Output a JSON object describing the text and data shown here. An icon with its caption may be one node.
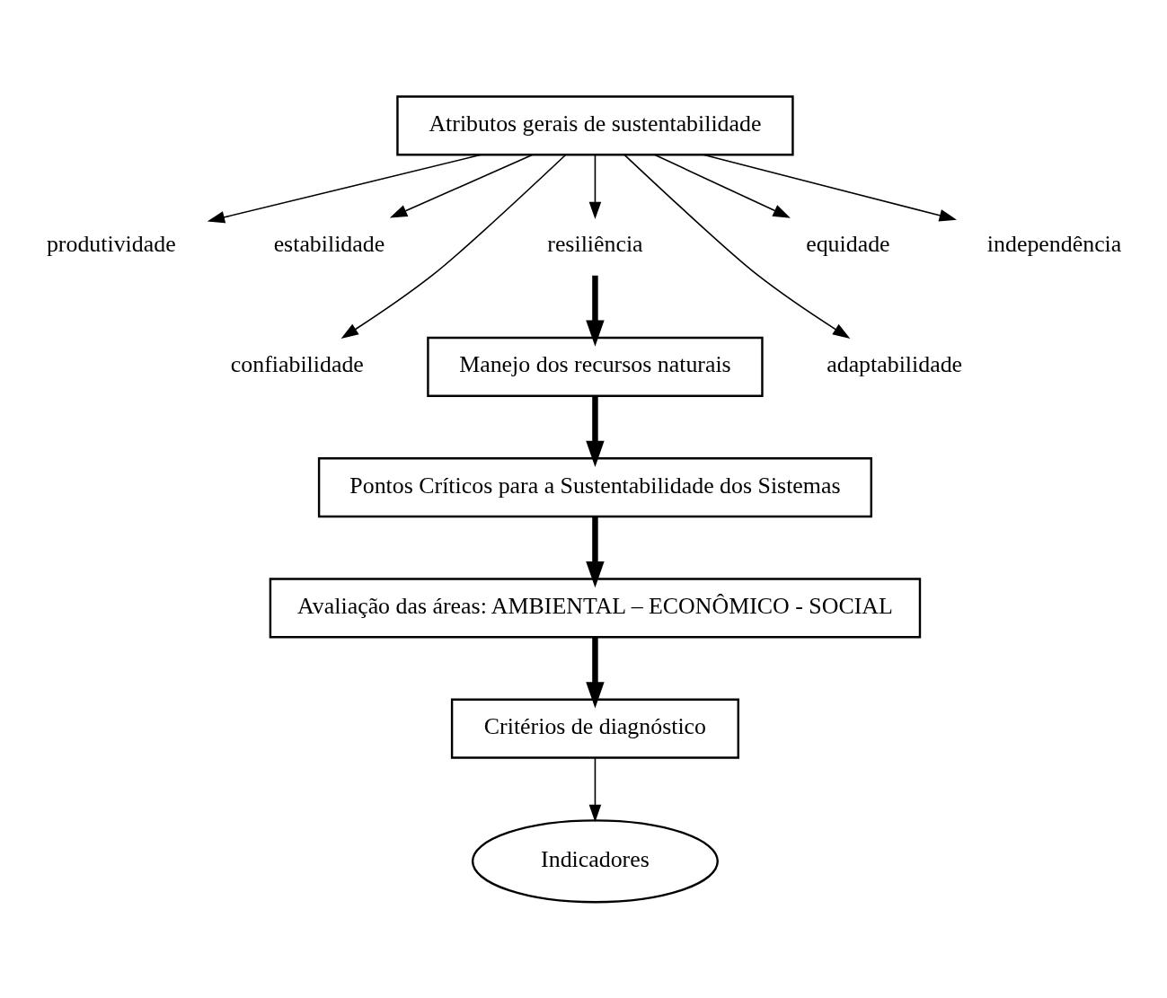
{
  "diagram": {
    "nodes": [
      {
        "text": [
          "Atributos gerais de sustentabilidade"
        ]
      },
      {
        "text": [
          "produtividade"
        ]
      },
      {
        "text": [
          "estabilidade"
        ]
      },
      {
        "text": [
          "confiabilidade"
        ]
      },
      {
        "text": [
          "resiliência"
        ]
      },
      {
        "text": [
          "adaptabilidade"
        ]
      },
      {
        "text": [
          "equidade"
        ]
      },
      {
        "text": [
          "independência"
        ]
      },
      {
        "text": [
          "Manejo dos recursos naturais"
        ]
      },
      {
        "text": [
          "Pontos Críticos para a Sustentabilidade dos Sistemas"
        ]
      },
      {
        "text": [
          "Avaliação das áreas: AMBIENTAL – ECONÔMICO - SOCIAL"
        ]
      },
      {
        "text": [
          "Critérios de diagnóstico"
        ]
      },
      {
        "text": [
          "Indicadores"
        ]
      }
    ],
    "edges": [
      {
        "from": 0,
        "to": 1,
        "arrow": "to"
      },
      {
        "from": 0,
        "to": 2,
        "arrow": "to"
      },
      {
        "from": 0,
        "to": 3,
        "arrow": "to"
      },
      {
        "from": 0,
        "to": 4,
        "arrow": "to"
      },
      {
        "from": 0,
        "to": 5,
        "arrow": "to"
      },
      {
        "from": 0,
        "to": 6,
        "arrow": "to"
      },
      {
        "from": 0,
        "to": 7,
        "arrow": "to"
      },
      {
        "from": 4,
        "to": 8,
        "arrow": "to",
        "style": "thick"
      },
      {
        "from": 8,
        "to": 9,
        "arrow": "to",
        "style": "thick"
      },
      {
        "from": 9,
        "to": 10,
        "arrow": "to",
        "style": "thick"
      },
      {
        "from": 10,
        "to": 11,
        "arrow": "to",
        "style": "thick"
      },
      {
        "from": 11,
        "to": 12,
        "arrow": "to"
      }
    ]
  }
}
